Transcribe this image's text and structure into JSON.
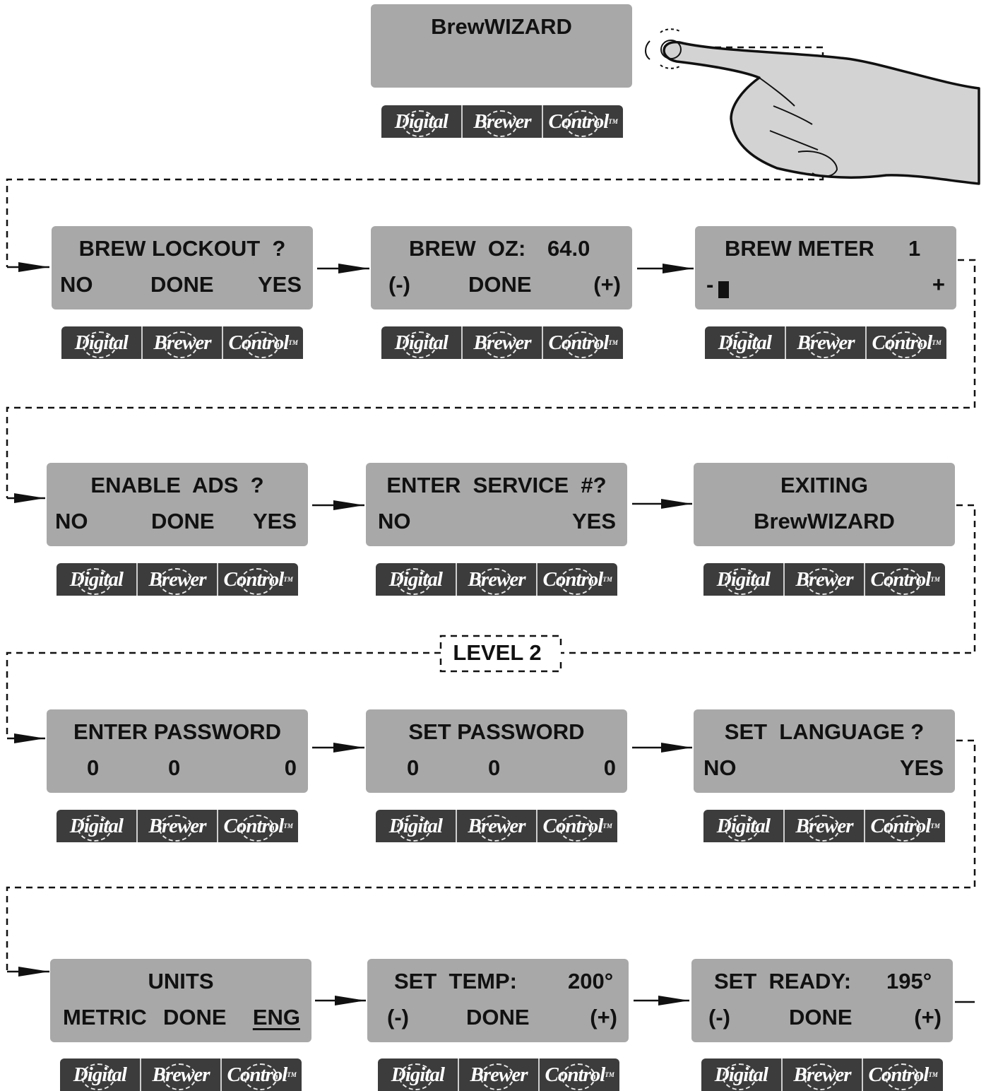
{
  "main_screen": {
    "line1": "BrewWIZARD",
    "line2": ""
  },
  "keypad": {
    "key1": "Digital",
    "key2": "Brewer",
    "key3": "Control",
    "trademark": "TM"
  },
  "level_marker": "LEVEL  2",
  "rows": [
    [
      {
        "top": "BREW LOCKOUT  ?",
        "bottom": [
          "NO",
          "DONE",
          "YES"
        ]
      },
      {
        "top": [
          "BREW  OZ:",
          "64.0"
        ],
        "bottom": [
          "(-)",
          "DONE",
          "(+)"
        ]
      },
      {
        "top": [
          "BREW METER",
          "1"
        ],
        "bottom": [
          "-",
          "",
          "+"
        ]
      }
    ],
    [
      {
        "top": "ENABLE  ADS  ?",
        "bottom": [
          "NO",
          "DONE",
          "YES"
        ]
      },
      {
        "top": "ENTER  SERVICE  #?",
        "bottom": [
          "NO",
          "",
          "YES"
        ]
      },
      {
        "top": "EXITING",
        "bottom": "BrewWIZARD"
      }
    ],
    [
      {
        "top": "ENTER PASSWORD",
        "bottom": [
          "0",
          "0",
          "0"
        ]
      },
      {
        "top": "SET PASSWORD",
        "bottom": [
          "0",
          "0",
          "0"
        ]
      },
      {
        "top": "SET  LANGUAGE ?",
        "bottom": [
          "NO",
          "",
          "YES"
        ]
      }
    ],
    [
      {
        "top": "UNITS",
        "bottom": [
          "METRIC",
          "DONE",
          "ENG"
        ]
      },
      {
        "top": [
          "SET  TEMP:",
          "200°"
        ],
        "bottom": [
          "(-)",
          "DONE",
          "(+)"
        ]
      },
      {
        "top": [
          "SET  READY:",
          "195°"
        ],
        "bottom": [
          "(-)",
          "DONE",
          "(+)"
        ]
      }
    ]
  ]
}
